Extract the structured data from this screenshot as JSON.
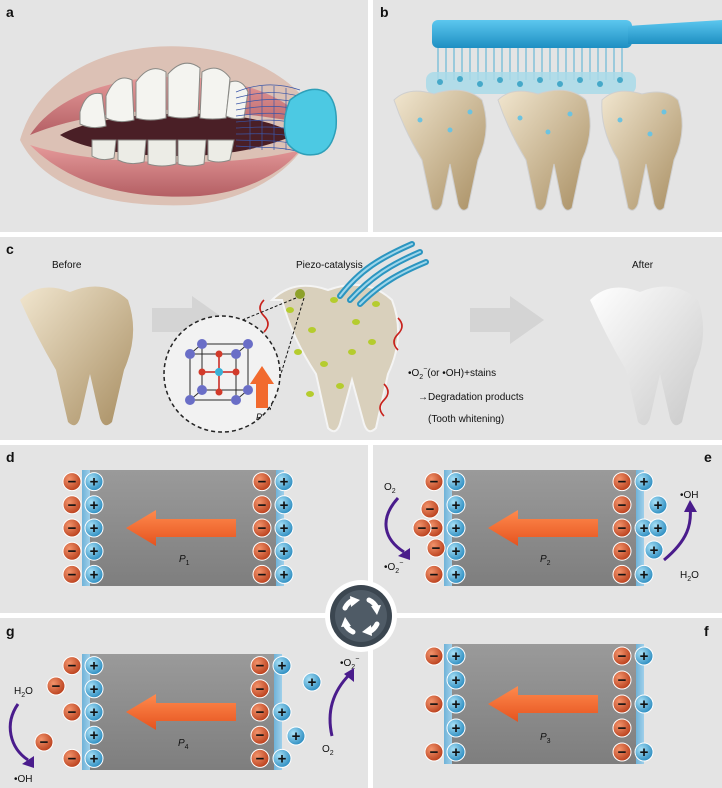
{
  "panels": {
    "a": {
      "label": "a"
    },
    "b": {
      "label": "b"
    },
    "c": {
      "label": "c",
      "before": "Before",
      "process": "Piezo-catalysis",
      "after": "After",
      "reaction": {
        "line1_lead": "•O",
        "line1_sub": "2",
        "line1_sup": "−",
        "line1_rest": "(or •OH)+stains",
        "line2": "→Degradation products",
        "line3": "(Tooth whitening)"
      },
      "polarization": "P"
    },
    "d": {
      "label": "d",
      "pol": "P",
      "pol_sub": "1"
    },
    "e": {
      "label": "e",
      "pol": "P",
      "pol_sub": "2",
      "o2": "O",
      "o2_sub": "2",
      "superoxide": "•O",
      "superoxide_sub": "2",
      "superoxide_sup": "−",
      "oh": "•OH",
      "h2o_a": "H",
      "h2o_sub": "2",
      "h2o_b": "O"
    },
    "f": {
      "label": "f",
      "pol": "P",
      "pol_sub": "3"
    },
    "g": {
      "label": "g",
      "pol": "P",
      "pol_sub": "4",
      "h2o_a": "H",
      "h2o_sub": "2",
      "h2o_b": "O",
      "oh": "•OH",
      "superoxide": "•O",
      "superoxide_sub": "2",
      "superoxide_sup": "−",
      "o2": "O",
      "o2_sub": "2"
    }
  },
  "charges": {
    "plus": "+",
    "minus": "−"
  },
  "colors": {
    "panel_bg": "#e4e4e4",
    "slab": "#8d8d8d",
    "arrow": "#f26a2e",
    "electron": "#cf4f2b",
    "hole": "#3ba6d8",
    "reaction_arrow": "#4a1c8c",
    "cycle_dark": "#3b4650"
  },
  "icons": [
    "cycle-arrows-icon",
    "toothbrush-icon",
    "tooth-icon",
    "crystal-lattice-icon"
  ]
}
